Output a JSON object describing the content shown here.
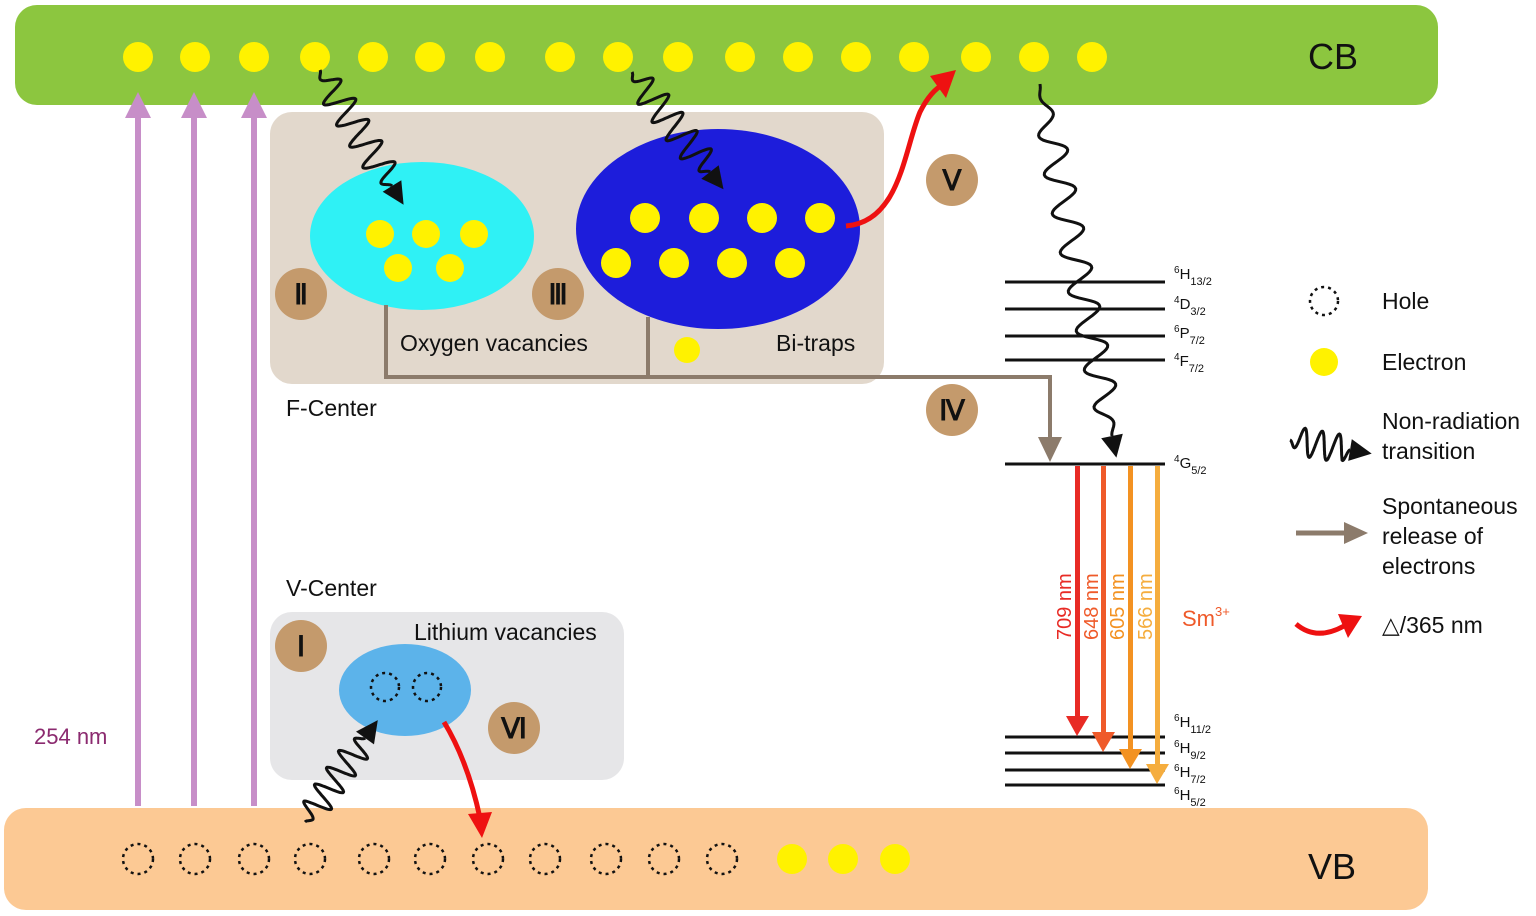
{
  "colors": {
    "cb": "#8cc63f",
    "vb": "#fcc994",
    "electron": "#fff200",
    "f_center_box": "#e2d8cc",
    "v_center_box": "#e6e6e8",
    "oxygen": "#2ff1f5",
    "bi_traps": "#1d1ddb",
    "lithium": "#5cb3ea",
    "roman_badge": "#c49a6c",
    "uv_arrow": "#c78ec8",
    "spont_arrow": "#8c7b6b",
    "thermal_arrow": "#ee1111",
    "line_709": "#e82b25",
    "line_648": "#ef5a2a",
    "line_605": "#f39222",
    "line_566": "#f5ad3e",
    "sm_label": "#ef5a2a",
    "excitation_label": "#8b2a6f"
  },
  "bands": {
    "cb": "CB",
    "vb": "VB"
  },
  "excitation": {
    "label": "254 nm"
  },
  "centers": {
    "f_center": "F-Center",
    "v_center": "V-Center",
    "oxygen": "Oxygen vacancies",
    "bi_traps": "Bi-traps",
    "lithium": "Lithium vacancies"
  },
  "roman": {
    "I": "Ⅰ",
    "II": "Ⅱ",
    "III": "Ⅲ",
    "IV": "Ⅳ",
    "V": "Ⅴ",
    "VI": "Ⅵ"
  },
  "levels": {
    "h13": {
      "sup": "6",
      "main": "H",
      "sub": "13/2"
    },
    "d32": {
      "sup": "4",
      "main": "D",
      "sub": "3/2"
    },
    "p72": {
      "sup": "6",
      "main": "P",
      "sub": "7/2"
    },
    "f72": {
      "sup": "4",
      "main": "F",
      "sub": "7/2"
    },
    "g52": {
      "sup": "4",
      "main": "G",
      "sub": "5/2"
    },
    "h11": {
      "sup": "6",
      "main": "H",
      "sub": "11/2"
    },
    "h9": {
      "sup": "6",
      "main": "H",
      "sub": "9/2"
    },
    "h7": {
      "sup": "6",
      "main": "H",
      "sub": "7/2"
    },
    "h5": {
      "sup": "6",
      "main": "H",
      "sub": "5/2"
    }
  },
  "emissions": {
    "e709": "709 nm",
    "e648": "648 nm",
    "e605": "605 nm",
    "e566": "566 nm"
  },
  "ion": {
    "main": "Sm",
    "sup": "3+"
  },
  "legend": {
    "hole": "Hole",
    "electron": "Electron",
    "nonrad_1": "Non-radiation",
    "nonrad_2": "transition",
    "spont_1": "Spontaneous",
    "spont_2": "release of",
    "spont_3": "electrons",
    "thermal": "△/365 nm"
  }
}
